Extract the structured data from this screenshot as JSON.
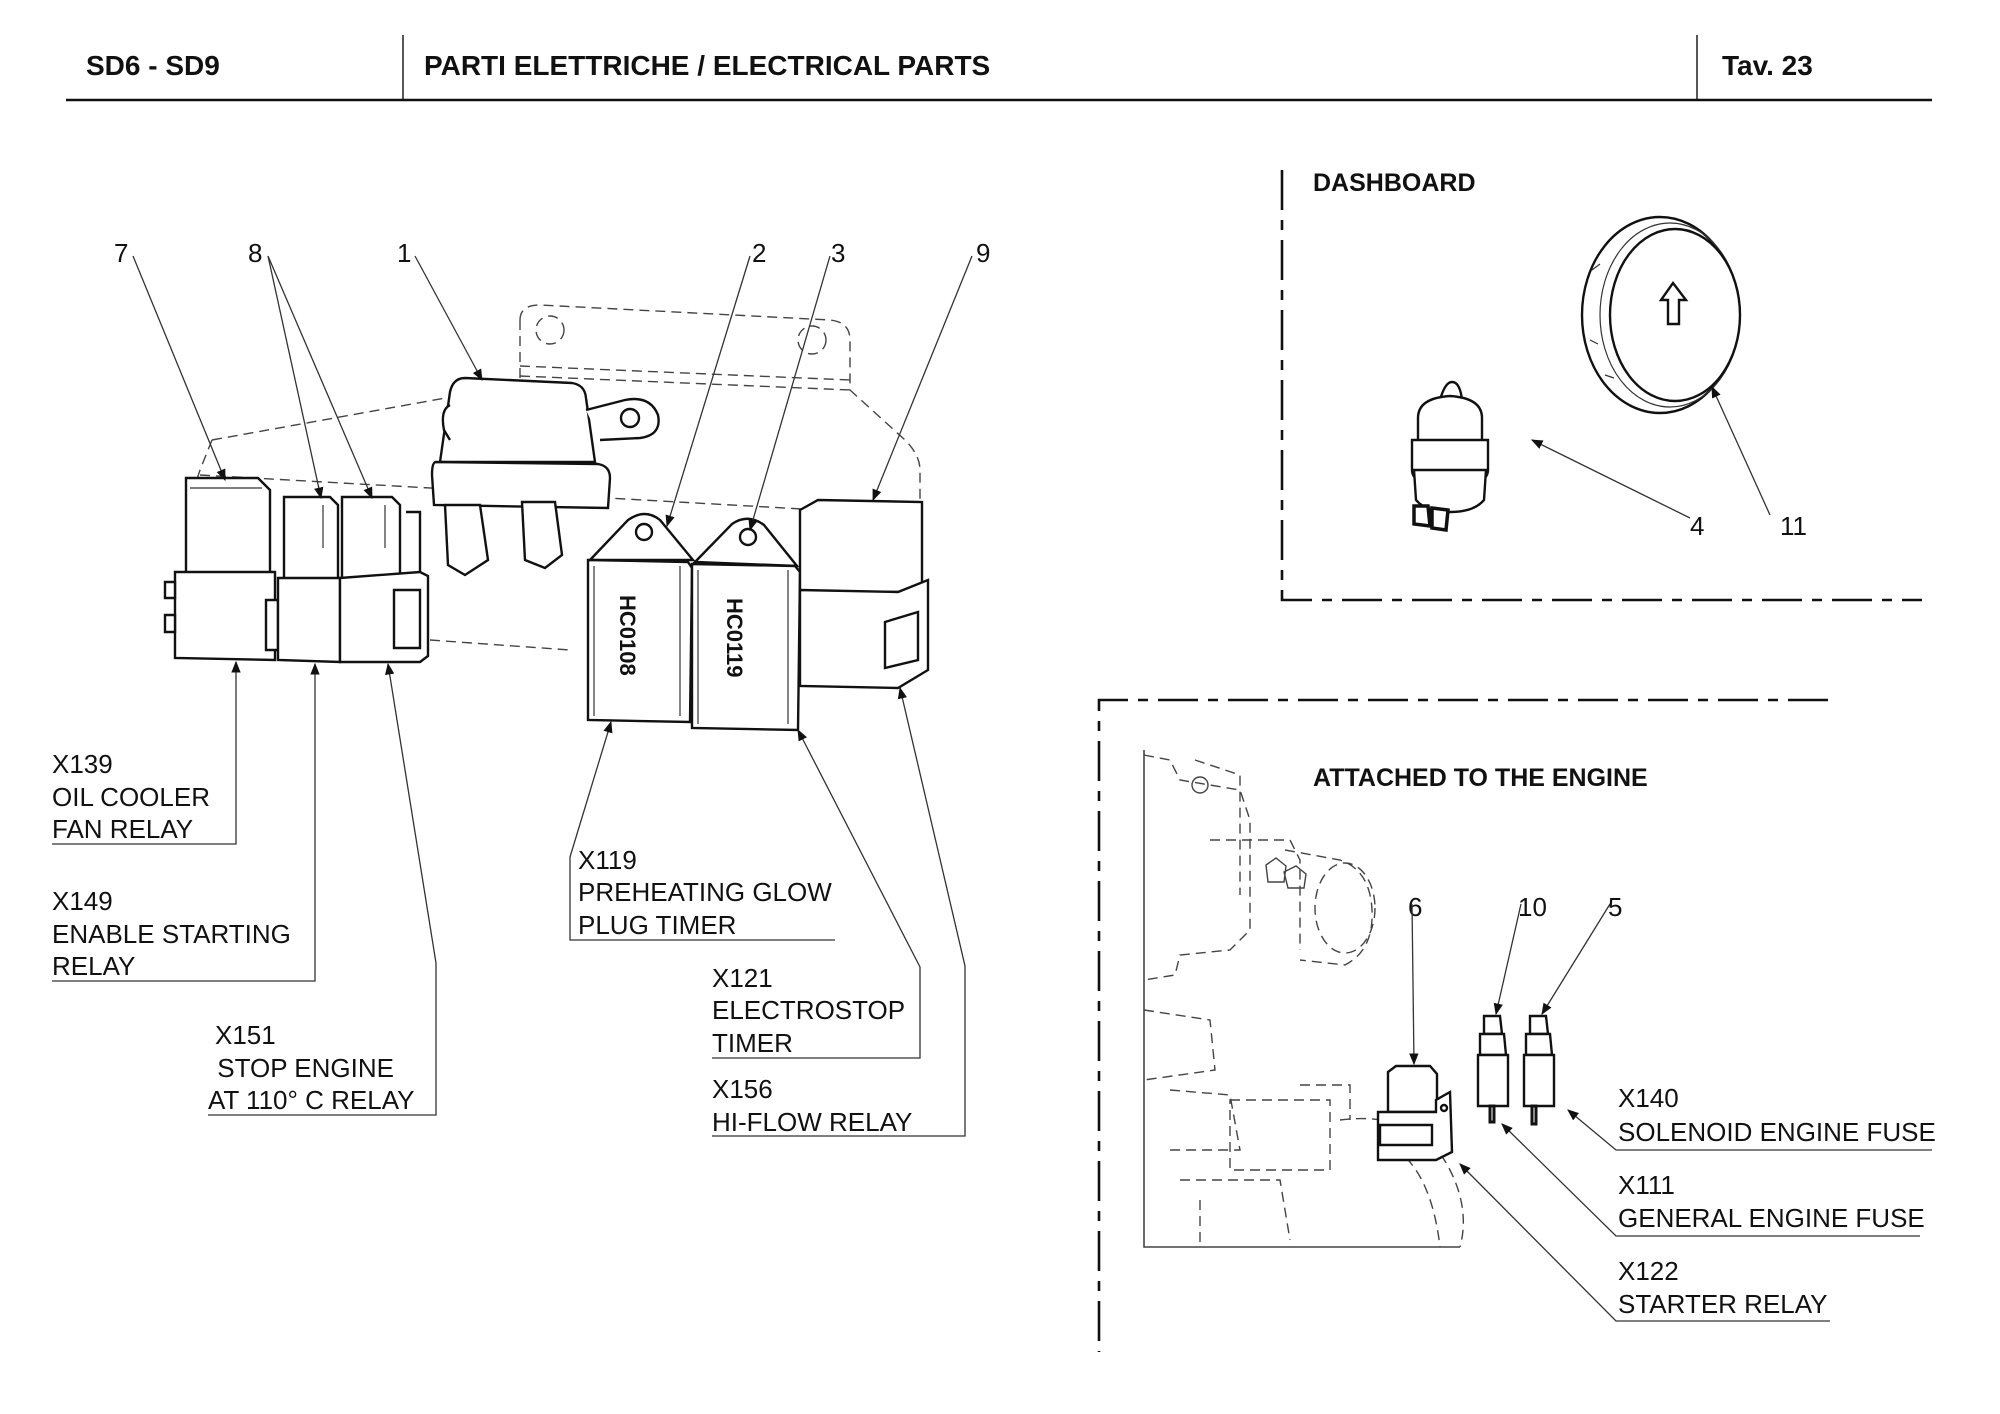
{
  "header": {
    "model": "SD6 - SD9",
    "title": "PARTI ELETTRICHE / ELECTRICAL PARTS",
    "table": "Tav.  23"
  },
  "sections": {
    "dashboard": "DASHBOARD",
    "engine": "ATTACHED TO THE ENGINE"
  },
  "part_markings": {
    "timer_2": "HC0108",
    "timer_3": "HC0119"
  },
  "item_numbers": {
    "n1": "1",
    "n2": "2",
    "n3": "3",
    "n4": "4",
    "n5": "5",
    "n6": "6",
    "n7": "7",
    "n8": "8",
    "n9": "9",
    "n10": "10",
    "n11": "11"
  },
  "callouts": {
    "x139": {
      "code": "X139",
      "line1": "OIL COOLER",
      "line2": "FAN RELAY"
    },
    "x149": {
      "code": "X149",
      "line1": "ENABLE STARTING",
      "line2": "RELAY"
    },
    "x151": {
      "code": "X151",
      "line1": " STOP ENGINE",
      "line2": "AT 110° C RELAY"
    },
    "x119": {
      "code": "X119",
      "line1": "PREHEATING GLOW",
      "line2": "PLUG TIMER"
    },
    "x121": {
      "code": "X121",
      "line1": "ELECTROSTOP",
      "line2": "TIMER"
    },
    "x156": {
      "code": "X156",
      "line1": "HI-FLOW RELAY"
    },
    "x140": {
      "code": "X140",
      "line1": "SOLENOID ENGINE FUSE"
    },
    "x111": {
      "code": "X111",
      "line1": "GENERAL ENGINE FUSE"
    },
    "x122": {
      "code": "X122",
      "line1": "STARTER RELAY"
    }
  }
}
